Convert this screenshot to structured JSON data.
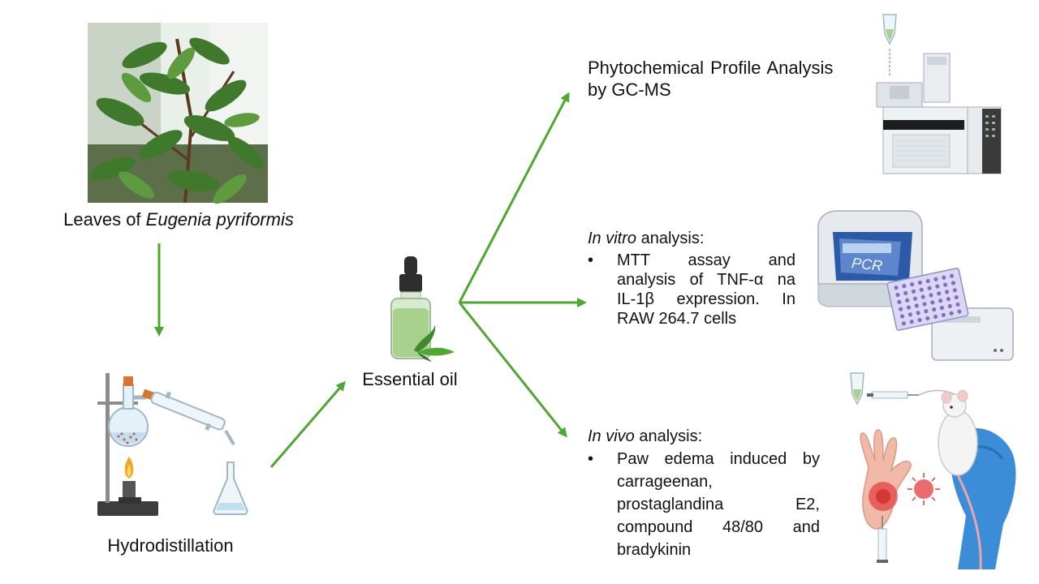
{
  "leaves_label": {
    "prefix": "Leaves of ",
    "species": "Eugenia pyriformis"
  },
  "hydro_label": "Hydrodistillation",
  "oil_label": "Essential oil",
  "gcms": {
    "line1": "Phytochemical Profile Analysis",
    "line2": "by GC-MS"
  },
  "invitro": {
    "title_italic": "In vitro",
    "title_rest": " analysis:",
    "bullet": "•",
    "lines": [
      "MTT assay and",
      "analysis of TNF-α na",
      "IL-1β expression. In",
      "RAW 264.7 cells"
    ]
  },
  "invivo": {
    "title_italic": "In vivo",
    "title_rest": " analysis:",
    "bullet": "•",
    "lines": [
      "Paw edema induced by",
      "carrageenan,",
      "prostaglandina E2,",
      "compound 48/80 and",
      "bradykinin"
    ]
  },
  "pcr_label": "PCR",
  "colors": {
    "arrow": "#4ea72e",
    "text": "#111111"
  }
}
